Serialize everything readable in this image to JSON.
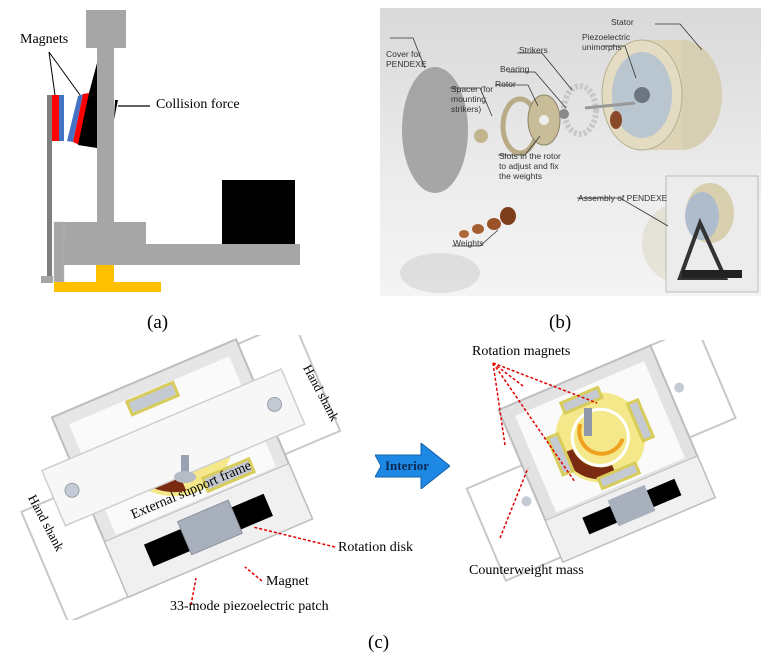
{
  "panels": {
    "a": {
      "caption": "(a)",
      "labels": {
        "magnets": "Magnets",
        "collision_force": "Collision  force"
      }
    },
    "b": {
      "caption": "(b)",
      "labels": {
        "cover": "Cover for PENDEXE",
        "spacer": "Spacer (for mounting strikers)",
        "rotor": "Rotor",
        "bearing": "Bearing",
        "strikers": "Strikers",
        "piezo": "Piezoelectric unimorphs",
        "stator": "Stator",
        "slots": "Slots in the rotor to adjust and fix the weights",
        "assembly": "Assembly of PENDEXE",
        "weights": "Weights"
      }
    },
    "c": {
      "caption": "(c)",
      "arrow_label": "Interior",
      "labels": {
        "hand_shank_top": "Hand shank",
        "hand_shank_left": "Hand shank",
        "external_frame": "External support frame",
        "rotation_disk": "Rotation disk",
        "magnet": "Magnet",
        "piezo_patch": "33-mode piezoelectric patch",
        "rotation_magnets": "Rotation magnets",
        "counterweight": "Counterweight mass"
      }
    }
  },
  "colors": {
    "gray": "#a6a6a6",
    "dark_gray": "#7f7f7f",
    "magnet_red": "#ff0000",
    "magnet_blue": "#4472c4",
    "base_yellow": "#ffc000",
    "arrow_blue": "#1e88e5",
    "disk_yellow": "#f5e88a",
    "counterweight_brown": "#7a2a10",
    "leader_red": "#e00000"
  }
}
